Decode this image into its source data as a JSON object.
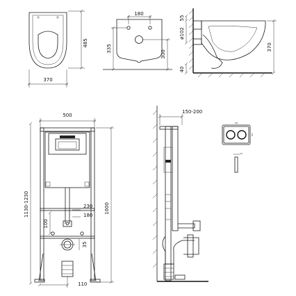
{
  "bowl_top": {
    "depth": "485",
    "width": "370"
  },
  "bowl_back": {
    "hole_spacing": "180",
    "bolt_height": "335",
    "outlet_height": "300"
  },
  "bowl_side": {
    "inlet_diameter": "ø102",
    "top_offset": "55",
    "height": "370",
    "floor_gap": "40"
  },
  "frame_front": {
    "width": "500",
    "height_range": "1130-1230",
    "height": "1000",
    "drain_pitch": "230",
    "outlet_spacing": "180",
    "outlet_height": "100",
    "drain_offset": "35",
    "foot_offset": "110"
  },
  "frame_side": {
    "wall_depth": "150-200"
  },
  "button": {
    "width": "240",
    "height": "155",
    "depth": "15"
  },
  "colors": {
    "line": "#1a1a1a",
    "background": "#ffffff"
  }
}
